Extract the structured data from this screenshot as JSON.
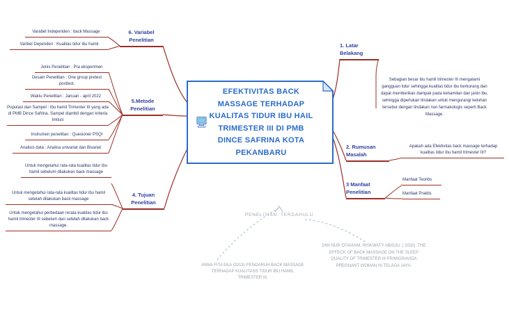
{
  "center": {
    "title": "EFEKTIVITAS BACK\nMASSAGE TERHADAP\nKUALITAS TIDUR IBU HAIL\nTRIMESTER III DI PMB\nDINCE SAFRINA KOTA\nPEKANBARU",
    "icon": "computer-icon"
  },
  "branches": {
    "latar_belakang": {
      "label": "1. Latar Belakang",
      "note": "Sebagian besar ibu hamil trimester III mengalami gangguan tidur sehingga kualitas tidur ibu berkurang dan dapat memberikan dampak pada kehamilan dan janin ibu, sehingga diperlukan tindakan untuk mengurangi keluhan tersebut dengan tindakan non farmakologis seperti Back Massage."
    },
    "rumusan_masalah": {
      "label": "2. Rumusan Masalah",
      "note": "Apakah ada Efektivitas  back massage terhadap kualitas tidur ibu hamil trimester III?"
    },
    "manfaat_penelitian": {
      "label": "3  Manfaat Penelitian",
      "items": [
        "Manfaat Teoritis",
        "Manfaat Praktis"
      ]
    },
    "tujuan_penelitian": {
      "label": "4. Tujuan Penelitian",
      "items": [
        "Untuk mengetahui rata-rata kualitas tidur ibu hamil sebelum dilakukan back massage",
        "Untuk mengetahui rata-rata kualitas tidur ibu hamil setelah dilakukan back massage",
        "Untuk mengetahui perbedaan rerata kualitas tidur ibu hamil trimester III sebelum dan setelah dilakukan back massage."
      ]
    },
    "metode_penelitian": {
      "label": "5.Metode Penelitian",
      "items": [
        "Jenis Penelitian : Pra eksperimen",
        "Desain Penelitian : One group pretest posttest.",
        "Waktu Penelitian : Januari - april 2022",
        "Populasi dan Sampel : Ibu hamil Trimester III yang  ada di PMB Dince Safrina. Sampel diambil dengan kriteria Inklusi",
        "Instrumen penelitian : Quesioner PSQI",
        "Analisis data : Analisa univariat dan Bivariat"
      ]
    },
    "variabel_penelitian": {
      "label": "6. Variabel Penelitian",
      "items": [
        "Varabel Independen : back Massage",
        "Varibel Dependen : Kualitas tidur ibu hamil"
      ]
    }
  },
  "footer": {
    "label": "PENELITIAN  TERDAHULU",
    "references": [
      "ANNA FITA EKA (2013) PENGARUH BACK MASSAGE TERHADAP KUALITASS TIDUR IBU HAMIL TRIMESTER III.",
      "DWI NUR OTAVIANI, RISKWATY ABIDJU. ( 2020). THE EFFECK OF BACK MASSAGE ON THE SLEEP QUALITY OF TRIMESTER III PRIMIGRAVIDA PREGNANT WOMAN IN TELAGA JAYA."
    ]
  },
  "colors": {
    "branch_line": "#9c2d24",
    "label_blue": "#2f3f9f",
    "center_blue": "#2b6bc9",
    "node_navy": "#2a3566",
    "gray_text": "#9ba1aa",
    "dashed_line": "#a9c0d6"
  }
}
